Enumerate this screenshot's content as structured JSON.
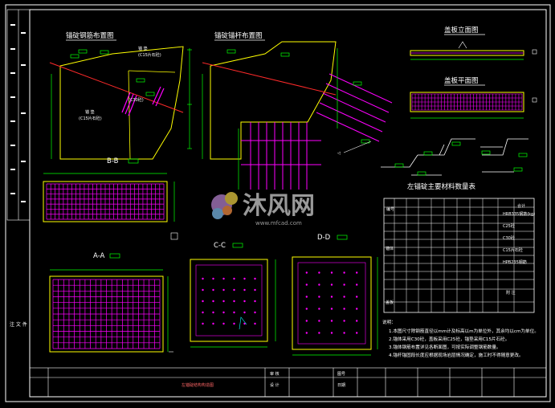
{
  "colors": {
    "background": "#000000",
    "frame": "#ffffff",
    "outline": "#ffff00",
    "rebar": "#ff00ff",
    "slope_line": "#ff2a2a",
    "dimension": "#00ff00",
    "text": "#ffffff",
    "leader": "#00ffff"
  },
  "views": {
    "rebar_layout": {
      "title": "锚碇钢筋布置图"
    },
    "anchor_layout": {
      "title": "锚碇锚杆布置图"
    },
    "slab_elevation": {
      "title": "盖板立面图"
    },
    "slab_plan": {
      "title": "盖板平面图"
    },
    "section_bb": {
      "title": "B-B"
    },
    "section_aa": {
      "title": "A-A"
    },
    "section_cc": {
      "title": "C-C"
    },
    "section_dd": {
      "title": "D-D"
    }
  },
  "labels": {
    "anchor_c15": "锚 垫",
    "anchor_c15_sub": "(C15片石砼)",
    "anchor_c15_left": "锚 垫",
    "anchor_c15_left_sub": "(C15片石砼)",
    "c30": "(C30砼)"
  },
  "table": {
    "title": "左锚碇主要材料数量表",
    "row_header": "编号",
    "group_rows": [
      "锚体",
      "盖板"
    ],
    "col_rebar_grade": "HRB335钢筋(kg)",
    "mat_c25": "C25砼",
    "mat_c30": "C30砼",
    "mat_c15": "C15片石砼",
    "mat_hpb": "HPB235钢筋",
    "total": "合计",
    "sum_row": "合计",
    "remark": "附 注"
  },
  "notes": {
    "heading": "说明：",
    "lines": [
      "1.本图尺寸除钢筋直径以mm计及标高以m为单位外，其余均以cm为单位。",
      "2.锚体采用C30砼，盖板采用C25砼，锚垫采用C15片石砼。",
      "3.锚体钢筋布置详见各断面图，可按实际调整钢筋数量。",
      "4.锚杆锚固段长度应根据现场岩层情况确定，施工时不得随意更改。"
    ]
  },
  "side_note": "注 文 件",
  "title_block": {
    "drawing_title": "左锚碇结构构造图",
    "cell_a1": "审 核",
    "cell_a2": "设 计",
    "cell_b1": "图号",
    "cell_b2": "日期"
  },
  "watermark": {
    "text": "沐风网",
    "url": "www.mfcad.com"
  }
}
